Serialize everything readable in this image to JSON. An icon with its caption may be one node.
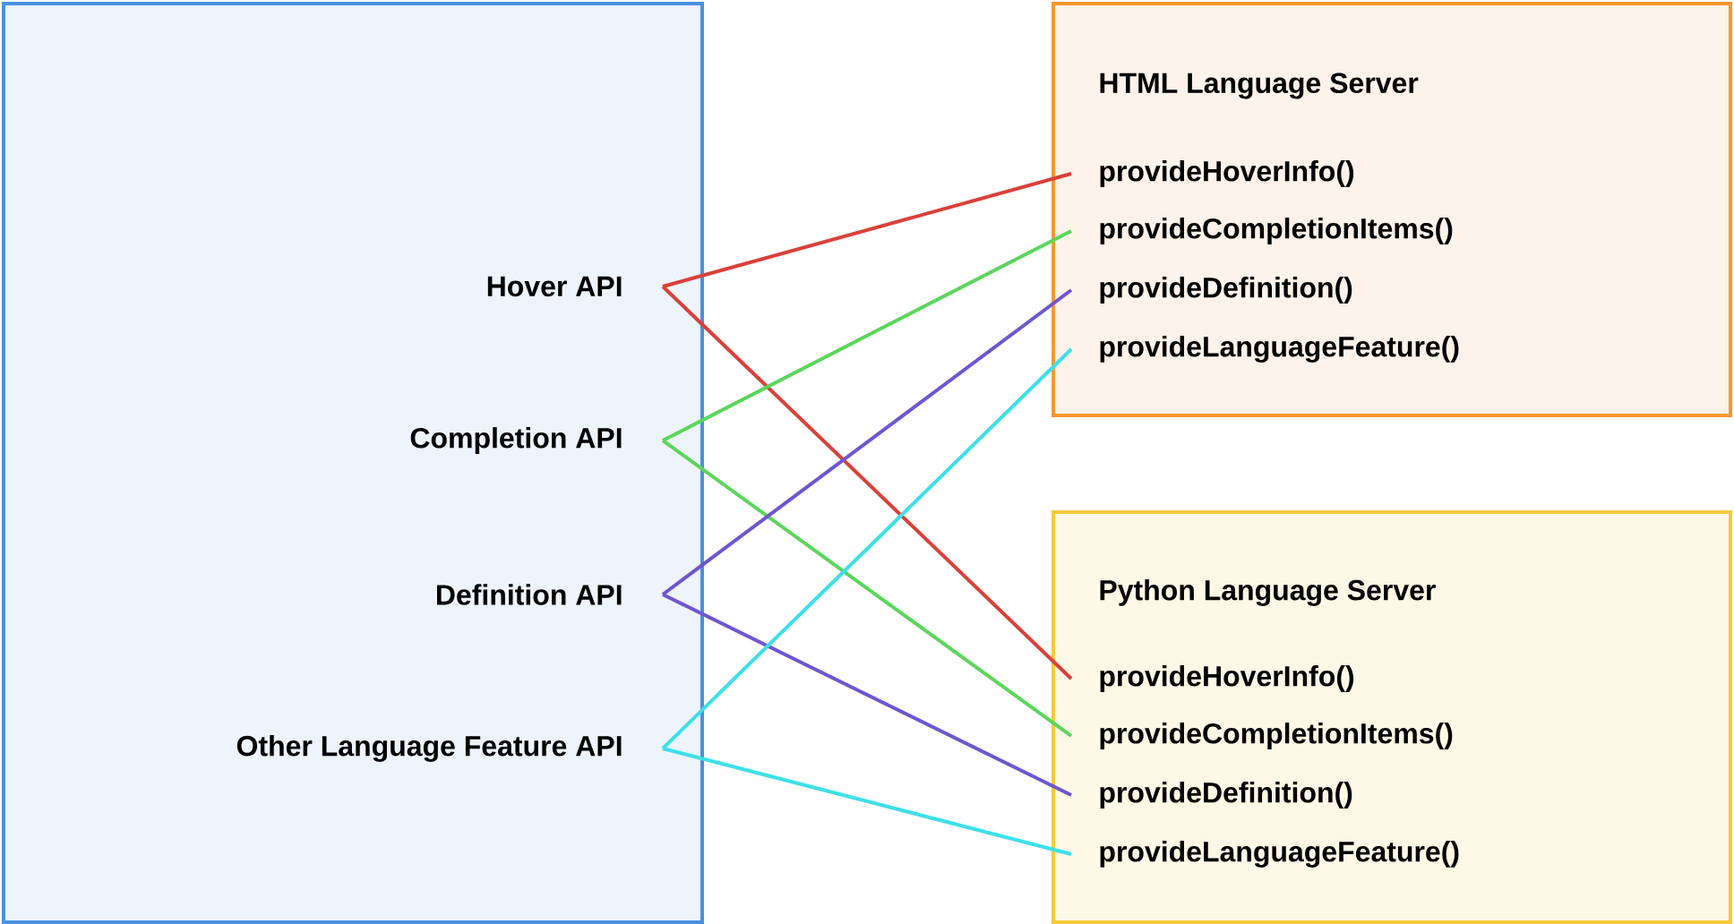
{
  "diagram": {
    "nodes": [
      {
        "text": [],
        "shape": "box"
      },
      {
        "text": [
          "Hover API"
        ],
        "in": 0
      },
      {
        "text": [
          "Completion API"
        ],
        "in": 0
      },
      {
        "text": [
          "Definition API"
        ],
        "in": 0
      },
      {
        "text": [
          "Other Language Feature API"
        ],
        "in": 0
      },
      {
        "text": [
          "HTML Language Server"
        ]
      },
      {
        "text": [
          "provideHoverInfo()"
        ],
        "in": 5
      },
      {
        "text": [
          "provideCompletionItems()"
        ],
        "in": 5
      },
      {
        "text": [
          "provideDefinition()"
        ],
        "in": 5
      },
      {
        "text": [
          "provideLanguageFeature()"
        ],
        "in": 5
      },
      {
        "text": [
          "Python Language Server"
        ]
      },
      {
        "text": [
          "provideHoverInfo()"
        ],
        "in": 10
      },
      {
        "text": [
          "provideCompletionItems()"
        ],
        "in": 10
      },
      {
        "text": [
          "provideDefinition()"
        ],
        "in": 10
      },
      {
        "text": [
          "provideLanguageFeature()"
        ],
        "in": 10
      }
    ],
    "edges": [
      {
        "from": 1,
        "to": 6,
        "arrow": "none",
        "color": "#d9413a"
      },
      {
        "from": 1,
        "to": 11,
        "arrow": "none",
        "color": "#d9413a"
      },
      {
        "from": 2,
        "to": 7,
        "arrow": "none",
        "color": "#5bd65b"
      },
      {
        "from": 2,
        "to": 12,
        "arrow": "none",
        "color": "#5bd65b"
      },
      {
        "from": 3,
        "to": 8,
        "arrow": "none",
        "color": "#6e56cf"
      },
      {
        "from": 3,
        "to": 13,
        "arrow": "none",
        "color": "#6e56cf"
      },
      {
        "from": 4,
        "to": 9,
        "arrow": "none",
        "color": "#3de0e8"
      },
      {
        "from": 4,
        "to": 14,
        "arrow": "none",
        "color": "#3de0e8"
      }
    ]
  }
}
